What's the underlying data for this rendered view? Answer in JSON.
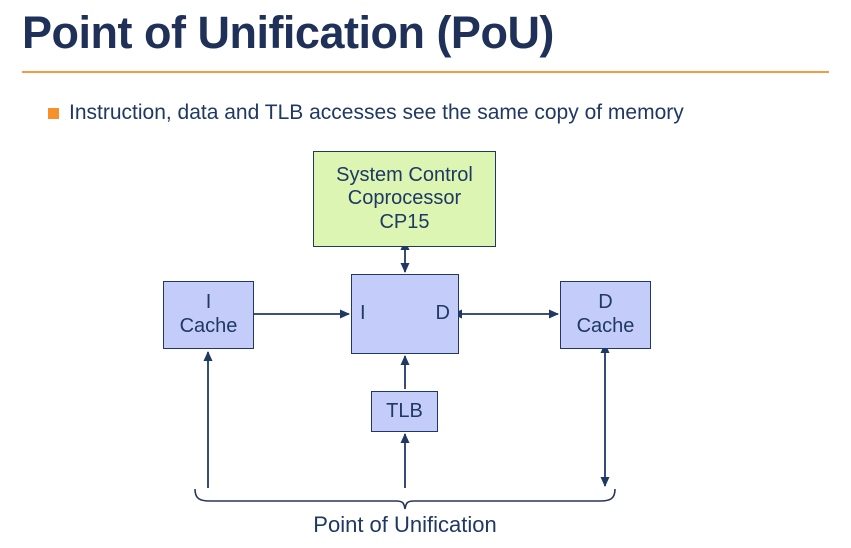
{
  "slide": {
    "title": "Point of Unification (PoU)",
    "rule_color": "#f79843",
    "bullets": [
      {
        "marker": "square-bullet",
        "marker_color": "#f79029",
        "text": "Instruction, data and TLB accesses see the same copy of memory"
      }
    ]
  },
  "diagram": {
    "type": "block-diagram",
    "line_color": "#1f3864",
    "nodes": [
      {
        "id": "cp15",
        "label": "System Control\nCoprocessor\nCP15",
        "lines": [
          "System Control",
          "Coprocessor",
          "CP15"
        ],
        "fill": "#dcf5b2",
        "stroke": "#1f3864"
      },
      {
        "id": "icache",
        "label": "I\nCache",
        "lines": [
          "I",
          "Cache"
        ],
        "fill": "#c4cdf9",
        "stroke": "#1f3864"
      },
      {
        "id": "core",
        "label_left": "I",
        "label_right": "D",
        "fill": "#c4cdf9",
        "stroke": "#1f3864"
      },
      {
        "id": "dcache",
        "label": "D\nCache",
        "lines": [
          "D",
          "Cache"
        ],
        "fill": "#c4cdf9",
        "stroke": "#1f3864"
      },
      {
        "id": "tlb",
        "label": "TLB",
        "lines": [
          "TLB"
        ],
        "fill": "#c4cdf9",
        "stroke": "#1f3864"
      }
    ],
    "connections": [
      {
        "from": "cp15",
        "to": "core",
        "arrows": "both",
        "orientation": "vertical"
      },
      {
        "from": "icache",
        "to": "core",
        "arrows": "to",
        "orientation": "horizontal"
      },
      {
        "from": "core",
        "to": "dcache",
        "arrows": "both",
        "orientation": "horizontal"
      },
      {
        "from": "tlb",
        "to": "core",
        "arrows": "to",
        "orientation": "vertical"
      },
      {
        "from": "brace",
        "to": "tlb",
        "arrows": "to",
        "orientation": "vertical"
      },
      {
        "from": "brace",
        "to": "icache",
        "arrows": "to",
        "orientation": "vertical"
      },
      {
        "from": "dcache",
        "to": "brace",
        "arrows": "both",
        "orientation": "vertical"
      }
    ],
    "brace": {
      "label": "Point of Unification",
      "direction": "down"
    }
  }
}
